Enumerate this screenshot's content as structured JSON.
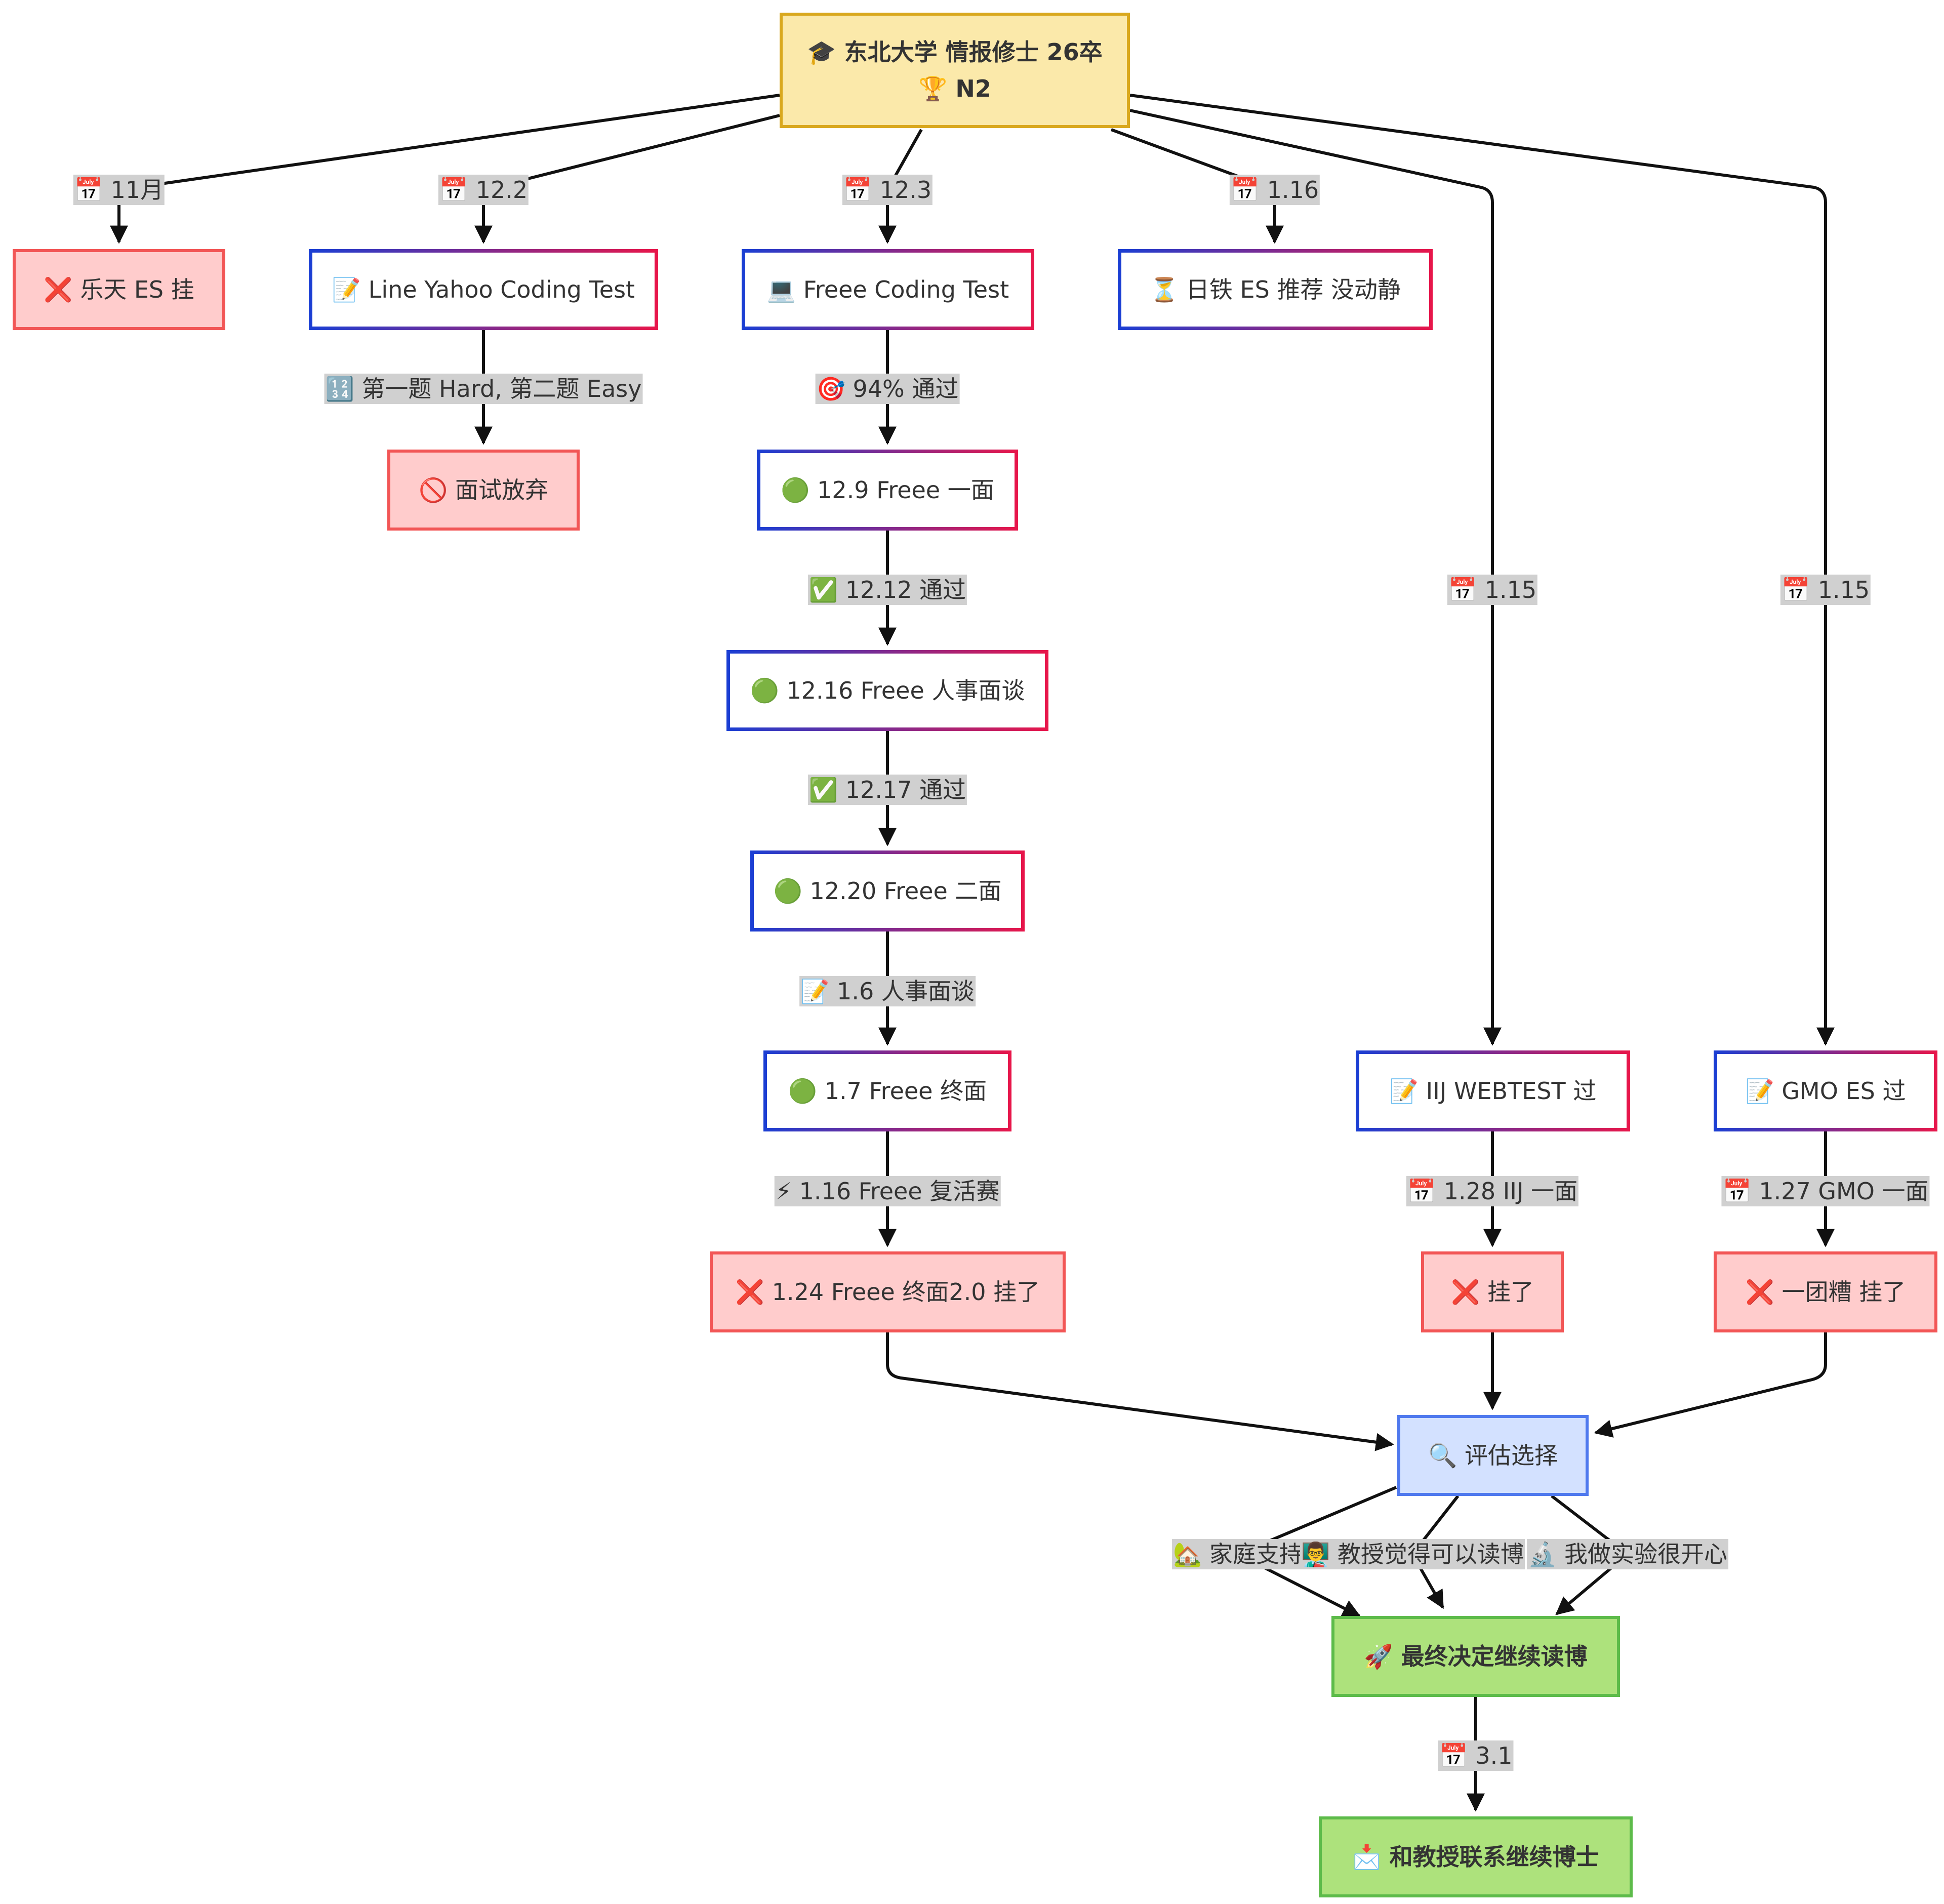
{
  "nodes": {
    "root_line1": "🎓 东北大学 情报修士 26卒",
    "root_line2": "🏆 N2",
    "rakuten": "❌ 乐天 ES 挂",
    "lineyahoo": "📝 Line Yahoo Coding Test",
    "giveup": "🚫 面试放弃",
    "freee_test": "💻 Freee Coding Test",
    "freee_1": "🟢 12.9 Freee 一面",
    "freee_hr": "🟢 12.16 Freee 人事面谈",
    "freee_2": "🟢 12.20 Freee 二面",
    "freee_final": "🟢 1.7 Freee 终面",
    "freee_fail": "❌ 1.24 Freee 终面2.0 挂了",
    "nippon": "⏳ 日铁 ES 推荐 没动静",
    "iij": "📝 IIJ WEBTEST 过",
    "iij_fail": "❌ 挂了",
    "gmo": "📝 GMO ES 过",
    "gmo_fail": "❌ 一团糟 挂了",
    "eval": "🔍 评估选择",
    "decide": "🚀 最终决定继续读博",
    "contact": "📩 和教授联系继续博士"
  },
  "edge_labels": {
    "e_rakuten": "📅 11月",
    "e_lineyahoo": "📅 12.2",
    "e_freee": "📅 12.3",
    "e_nippon": "📅 1.16",
    "e_iij": "📅 1.15",
    "e_gmo": "📅 1.15",
    "e_giveup": "🔢 第一题 Hard, 第二题 Easy",
    "e_pass94": "🎯 94% 通过",
    "e_1212": "✅ 12.12 通过",
    "e_1217": "✅ 12.17 通过",
    "e_16": "📝 1.6 人事面谈",
    "e_116": "⚡ 1.16 Freee 复活赛",
    "e_iij128": "📅 1.28 IIJ 一面",
    "e_gmo127": "📅 1.27 GMO 一面",
    "e_family": "🏡 家庭支持",
    "e_prof": "👨‍🏫 教授觉得可以读博",
    "e_lab": "🔬 我做实验很开心",
    "e_31": "📅 3.1"
  },
  "colors": {
    "edge": "#111111",
    "gradient_start": "#1a3fd4",
    "gradient_end": "#e8164a",
    "fail_fill": "#ffcccc",
    "fail_border": "#f25656",
    "root_fill": "#fbe9aa",
    "root_border": "#d9a81e",
    "eval_fill": "#d3e1ff",
    "eval_border": "#4f79ee",
    "final_fill": "#ade27c",
    "final_border": "#5dbb4a",
    "label_bg": "#d0d0d0"
  }
}
